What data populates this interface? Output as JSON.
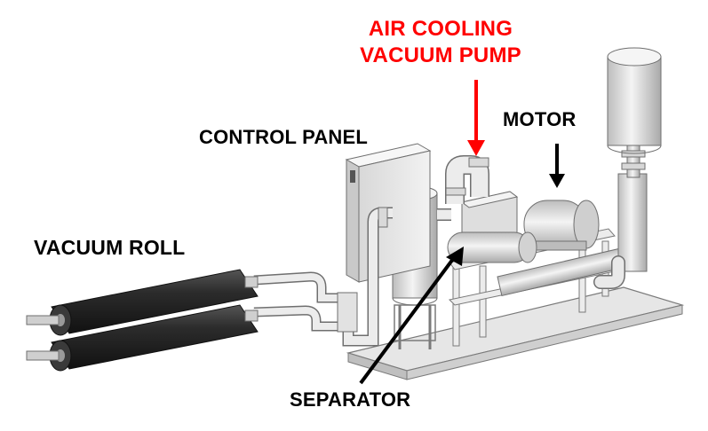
{
  "labels": {
    "pump_line1": "AIR COOLING",
    "pump_line2": "VACUUM PUMP",
    "motor": "MOTOR",
    "control_panel": "CONTROL PANEL",
    "vacuum_roll": "VACUUM ROLL",
    "separator": "SEPARATOR"
  },
  "colors": {
    "highlight": "#ff0000",
    "text": "#000000",
    "metal": "#e4e4e4",
    "roll": "#2a2a2a"
  }
}
